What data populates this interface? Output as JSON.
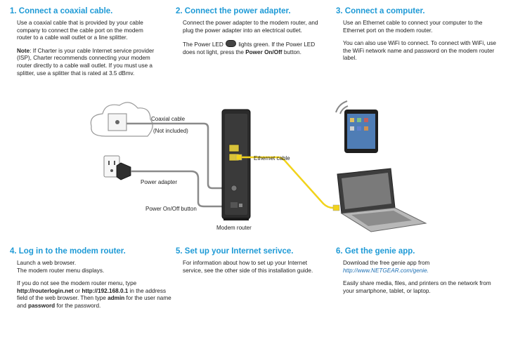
{
  "steps": [
    {
      "title": "1. Connect a coaxial cable.",
      "p1": "Use a coaxial cable that is provided by your cable company to connect the cable port on the modem router to a cable wall outlet or a line splitter.",
      "note_label": "Note",
      "note_text": ": If Charter is your cable Internet service provider (ISP), Charter recommends connecting your modem router directly to a cable wall outlet. If you must use a splitter, use a splitter that is rated at 3.5 dBmv."
    },
    {
      "title": "2. Connect the power adapter.",
      "p1": "Connect the power adapter to the modem router, and plug the power adapter into an electrical outlet.",
      "led_pre": "The Power LED",
      "led_post": "lights green. If the Power LED does not light, press the",
      "button_name": "Power On/Off",
      "led_end": "button."
    },
    {
      "title": "3. Connect a computer.",
      "p1": "Use an Ethernet cable to connect your computer to the Ethernet port on the modem router.",
      "p2": "You can also use WiFi to connect. To connect with WiFi, use the WiFi network name and password on the modem router label."
    },
    {
      "title": "4. Log in to the modem router.",
      "p1a": "Launch a web browser.",
      "p1b": "The modem router menu displays.",
      "p2_pre": "If you do not see the modem router menu, type",
      "url1": "http://routerlogin.net",
      "or": "or",
      "url2": "http://192.168.0.1",
      "p2_mid": "in the address field of the web browser. Then type",
      "user": "admin",
      "p2_mid2": "for the user name and",
      "pass": "password",
      "p2_end": "for the password."
    },
    {
      "title": "5. Set up your Internet serivce.",
      "p1": "For information about how to set up your Internet service, see the other side of this installation guide."
    },
    {
      "title": "6. Get the genie app.",
      "p1": "Download the free genie app from",
      "link": "http://www.NETGEAR.com/genie.",
      "p2": "Easily share media, files, and printers on the network from your smartphone, tablet, or laptop."
    }
  ],
  "diagram": {
    "coax_label": "Coaxial cable",
    "coax_sub": "(Not included)",
    "ethernet_label": "Ethernet cable",
    "power_label": "Power adapter",
    "onoff_label": "Power On/Off button",
    "router_label": "Modem router"
  },
  "colors": {
    "heading": "#1e9ad6",
    "ethernet": "#f2d31b"
  }
}
